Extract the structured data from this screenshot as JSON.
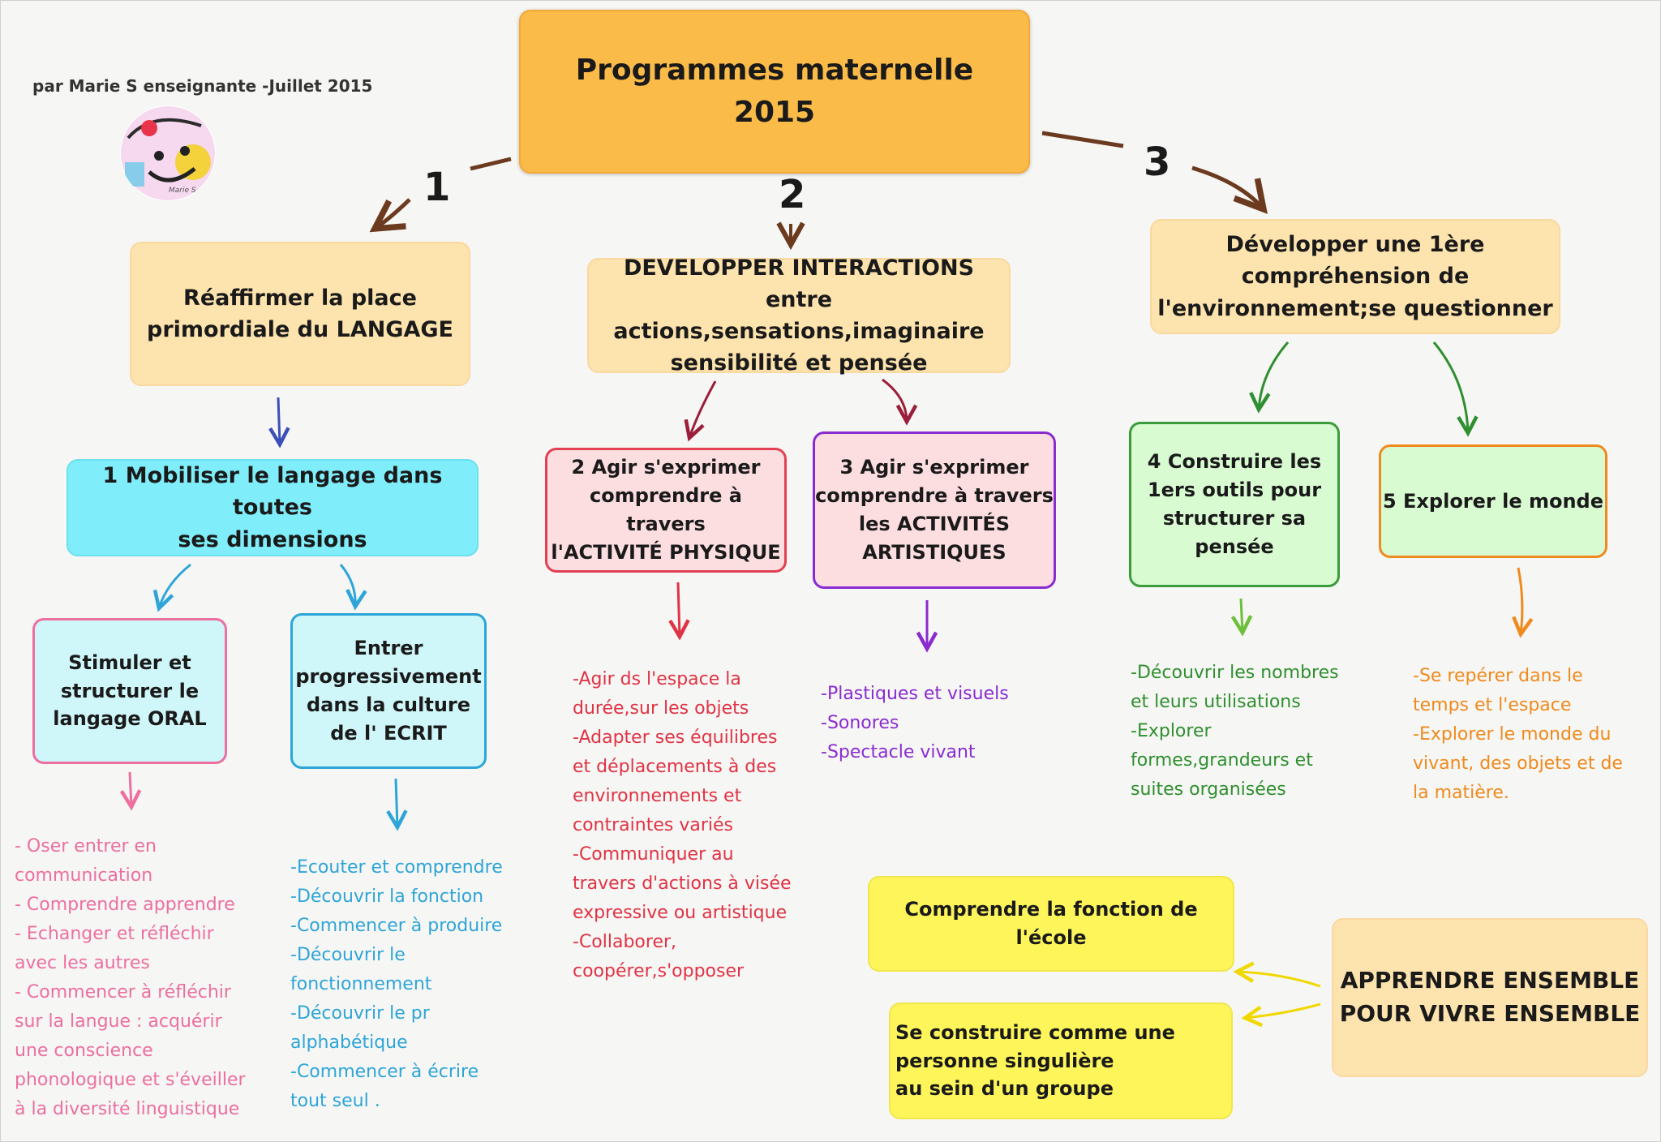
{
  "author": "par Marie S enseignante -Juillet 2015",
  "avatar_caption": "Marie S",
  "main": {
    "title": [
      "Programmes maternelle",
      "2015"
    ]
  },
  "branch_numbers": [
    "1",
    "2",
    "3"
  ],
  "axes": [
    {
      "lines": [
        "Réaffirmer la place",
        "primordiale du LANGAGE"
      ]
    },
    {
      "lines": [
        "DEVELOPPER  INTERACTIONS",
        "entre actions,sensations,imaginaire",
        "sensibilité et pensée"
      ]
    },
    {
      "lines": [
        "Développer une 1ère",
        "compréhension de",
        "l'environnement;se questionner"
      ]
    }
  ],
  "domains": [
    {
      "lines": [
        "1 Mobiliser le langage dans toutes",
        "ses dimensions"
      ]
    },
    {
      "lines": [
        "2 Agir s'exprimer",
        "comprendre à travers",
        "l'ACTIVITÉ PHYSIQUE"
      ]
    },
    {
      "lines": [
        "3 Agir s'exprimer",
        "comprendre à travers",
        "les ACTIVITÉS",
        "ARTISTIQUES"
      ]
    },
    {
      "lines": [
        "4 Construire les",
        "1ers outils pour",
        "structurer sa",
        "pensée"
      ]
    },
    {
      "lines": [
        "5 Explorer le monde"
      ]
    }
  ],
  "subdomains": [
    {
      "lines": [
        "Stimuler et",
        "structurer le",
        "langage ORAL"
      ]
    },
    {
      "lines": [
        "Entrer",
        "progressivement",
        "dans la culture",
        "de l' ECRIT"
      ]
    }
  ],
  "lists": {
    "oral": [
      "- Oser entrer en",
      "communication",
      "- Comprendre apprendre",
      "- Echanger et réfléchir",
      "avec les autres",
      "- Commencer à réfléchir",
      "sur la langue : acquérir",
      "une conscience",
      "phonologique et s'éveiller",
      "à la diversité linguistique"
    ],
    "ecrit": [
      "-Ecouter et comprendre",
      "-Découvrir la fonction",
      "-Commencer à produire",
      "-Découvrir le",
      "fonctionnement",
      "-Découvrir le pr",
      "alphabétique",
      "-Commencer à écrire",
      "tout seul ."
    ],
    "physique": [
      "-Agir ds l'espace la",
      "durée,sur les objets",
      "-Adapter ses équilibres",
      "et déplacements à des",
      "environnements et",
      "contraintes variés",
      "-Communiquer au",
      "travers d'actions à visée",
      "expressive ou artistique",
      "-Collaborer,",
      "coopérer,s'opposer"
    ],
    "artistiques": [
      "-Plastiques et visuels",
      "-Sonores",
      "-Spectacle vivant"
    ],
    "outils": [
      "-Découvrir les nombres",
      "et leurs utilisations",
      "-Explorer",
      "formes,grandeurs et",
      "suites organisées"
    ],
    "monde": [
      "-Se repérer dans le",
      "temps et l'espace",
      "-Explorer le monde du",
      "vivant, des objets et de",
      "la matière."
    ]
  },
  "school": {
    "fonction": [
      "Comprendre la fonction de l'école"
    ],
    "singuliere": [
      "Se construire comme une",
      "personne singulière",
      "au sein d'un groupe"
    ],
    "ensemble": [
      "APPRENDRE ENSEMBLE",
      "POUR VIVRE ENSEMBLE"
    ]
  },
  "colors": {
    "main_box": "#fbbb48",
    "axis_box": "#fde3ad",
    "domain1": "#7feefa",
    "domain2": "#fcdde0",
    "domain3": "#fcdde0",
    "domain4": "#d9fbd2",
    "domain5": "#d9fbd2",
    "school_box": "#fdf55a",
    "ensemble_box": "#fde3ad",
    "pink": "#ec6fa0",
    "blue": "#2ea5d8",
    "red": "#e03345",
    "purple": "#8a2bd0",
    "green": "#2f8f2f",
    "orange": "#ef8a1e",
    "brown": "#6b3a1f"
  }
}
